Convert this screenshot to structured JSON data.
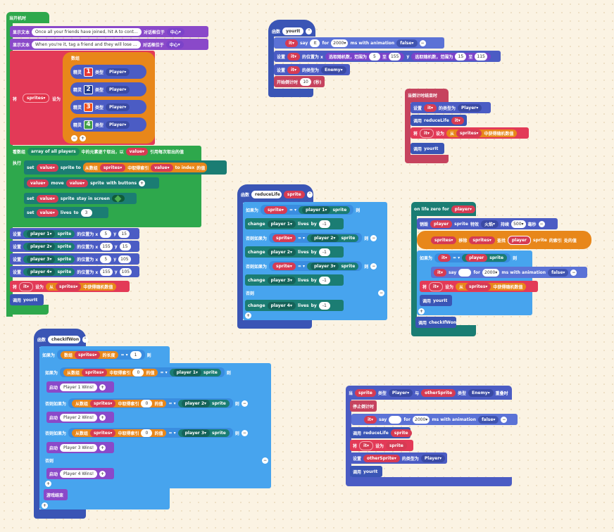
{
  "start": {
    "hat": "当开机时",
    "show1": {
      "label": "显示文本",
      "text": "Once all your friends have joined, hit A to cont…",
      "suffix": "对话框位于",
      "pos": "中心"
    },
    "show2": {
      "label": "显示文本",
      "text": "When you're it, tag a friend and they will lose …",
      "suffix": "对话框位于",
      "pos": "中心"
    },
    "set_sprites": {
      "label": "将",
      "var": "sprites",
      "to": "设为",
      "array": "数组"
    },
    "sprites": [
      {
        "label": "精灵",
        "num": "1",
        "kind_label": "类型",
        "kind": "Player",
        "color": "#e53935"
      },
      {
        "label": "精灵",
        "num": "2",
        "kind_label": "类型",
        "kind": "Player",
        "color": "#1e3a8a"
      },
      {
        "label": "精灵",
        "num": "3",
        "kind_label": "类型",
        "kind": "Player",
        "color": "#f4511e"
      },
      {
        "label": "精灵",
        "num": "4",
        "kind_label": "类型",
        "kind": "Player",
        "color": "#43a047"
      }
    ],
    "foreach": {
      "label": "看数组",
      "array": "array of all players",
      "mid": "中的元素逐个取出，以",
      "var": "value",
      "tail": "引用每次取出的值",
      "do": "执行"
    },
    "set1": {
      "a": "set",
      "var": "value",
      "b": "sprite to",
      "c": "从数组",
      "arr": "sprites",
      "d": "中取得索引",
      "idx": "value",
      "e": "to index",
      "f": "的值"
    },
    "move": {
      "var": "value",
      "a": "move",
      "var2": "value",
      "b": "sprite",
      "c": "with buttons"
    },
    "stay": {
      "a": "set",
      "var": "value",
      "b": "sprite",
      "c": "stay in screen"
    },
    "lives": {
      "a": "set",
      "var": "value",
      "b": "lives",
      "c": "to",
      "n": "3"
    },
    "positions": [
      {
        "a": "设置",
        "p": "player 1",
        "b": "sprite",
        "c": "的位置为 x",
        "x": "5",
        "y": "15"
      },
      {
        "a": "设置",
        "p": "player 2",
        "b": "sprite",
        "c": "的位置为 x",
        "x": "155",
        "y": "15"
      },
      {
        "a": "设置",
        "p": "player 3",
        "b": "sprite",
        "c": "的位置为 x",
        "x": "5",
        "y": "105"
      },
      {
        "a": "设置",
        "p": "player 4",
        "b": "sprite",
        "c": "的位置为 x",
        "x": "155",
        "y": "105"
      }
    ],
    "y_label": "y",
    "set_it": {
      "a": "将",
      "var": "it",
      "b": "设为",
      "c": "从",
      "arr": "sprites",
      "d": "中获得随机数值"
    },
    "call_yourit": {
      "a": "调用",
      "fn": "yourIt"
    }
  },
  "yourit": {
    "hdr": "函数",
    "name": "yourIt",
    "say": {
      "var": "it",
      "a": "say",
      "text": "It",
      "b": "for",
      "n": "2000",
      "c": "ms with animation",
      "anim": "false"
    },
    "pos": {
      "a": "设置",
      "var": "it",
      "b": "的位置为 x",
      "c": "选取随机数，范围为",
      "x1": "5",
      "to": "至",
      "x2": "155",
      "y": "y",
      "c2": "选取随机数，范围为",
      "y1": "15",
      "y2": "115"
    },
    "kind": {
      "a": "设置",
      "var": "it",
      "b": "的类型为",
      "kind": "Enemy"
    },
    "timer": {
      "a": "开始倒计时",
      "n": "10",
      "unit": "(秒)"
    }
  },
  "countdown": {
    "hat": "当倒计时结束时",
    "r1": {
      "a": "设置",
      "var": "it",
      "b": "的类型为",
      "kind": "Player"
    },
    "r2": {
      "a": "调用",
      "fn": "reduceLife",
      "var": "it"
    },
    "r3": {
      "a": "将",
      "var": "it",
      "b": "设为",
      "c": "从",
      "arr": "sprites",
      "d": "中获得随机数值"
    },
    "r4": {
      "a": "调用",
      "fn": "yourIt"
    }
  },
  "reducelife": {
    "hdr": "函数",
    "name": "reduceLife",
    "param": "sprite",
    "if1": {
      "a": "如果为",
      "var": "sprite",
      "eq": "=",
      "p": "player 1",
      "b": "sprite",
      "then": "则"
    },
    "ch1": {
      "a": "change",
      "p": "player 1",
      "b": "lives",
      "c": "by",
      "n": "-1"
    },
    "if2": {
      "a": "否则如果为",
      "var": "sprite",
      "eq": "=",
      "p": "player 2",
      "b": "sprite",
      "then": "则"
    },
    "ch2": {
      "a": "change",
      "p": "player 2",
      "b": "lives",
      "c": "by",
      "n": "-1"
    },
    "if3": {
      "a": "否则如果为",
      "var": "sprite",
      "eq": "=",
      "p": "player 3",
      "b": "sprite",
      "then": "则"
    },
    "ch3": {
      "a": "change",
      "p": "player 3",
      "b": "lives",
      "c": "by",
      "n": "-1"
    },
    "else": "否则",
    "ch4": {
      "a": "change",
      "p": "player 4",
      "b": "lives",
      "c": "by",
      "n": "-1"
    }
  },
  "onlife": {
    "hat": {
      "a": "on life zero for",
      "p": "player"
    },
    "destroy": {
      "a": "销毁",
      "var": "player",
      "b": "sprite",
      "c": "特效",
      "fx": "火焰",
      "d": "持续",
      "n": "500",
      "e": "毫秒"
    },
    "remove": {
      "var": "sprites",
      "a": "移除",
      "arr": "sprites",
      "b": "查找",
      "p": "player",
      "c": "sprite",
      "d": "的索引",
      "e": "处的值"
    },
    "if": {
      "a": "如果为",
      "var": "it",
      "eq": "=",
      "p": "player",
      "b": "sprite",
      "then": "则"
    },
    "say": {
      "var": "it",
      "a": "say",
      "text": "",
      "b": "for",
      "n": "2000",
      "c": "ms with animation",
      "anim": "false"
    },
    "set": {
      "a": "将",
      "var": "it",
      "b": "设为",
      "c": "从",
      "arr": "sprites",
      "d": "中获得随机数值"
    },
    "call": {
      "a": "调用",
      "fn": "yourIt"
    },
    "call2": {
      "a": "调用",
      "fn": "checkIfWon"
    }
  },
  "checkifwon": {
    "hdr": "函数",
    "name": "checkIfWon",
    "if": {
      "a": "如果为",
      "b": "数组",
      "arr": "sprites",
      "c": "的长度",
      "eq": "=",
      "n": "1",
      "then": "则"
    },
    "in1": {
      "a": "如果为",
      "b": "从数组",
      "arr": "sprites",
      "c": "中取得索引",
      "n": "0",
      "d": "的值",
      "eq": "=",
      "p": "player 1",
      "e": "sprite",
      "then": "则"
    },
    "sp1": {
      "a": "启动",
      "text": "Player 1 Wins!"
    },
    "in2": {
      "a": "否则如果为",
      "b": "从数组",
      "arr": "sprites",
      "c": "中取得索引",
      "n": "0",
      "d": "的值",
      "eq": "=",
      "p": "player 2",
      "e": "sprite",
      "then": "则"
    },
    "sp2": {
      "a": "启动",
      "text": "Player 2 Wins!"
    },
    "in3": {
      "a": "否则如果为",
      "b": "从数组",
      "arr": "sprites",
      "c": "中取得索引",
      "n": "0",
      "d": "的值",
      "eq": "=",
      "p": "player 3",
      "e": "sprite",
      "then": "则"
    },
    "sp3": {
      "a": "启动",
      "text": "Player 3 Wins!"
    },
    "else": "否则",
    "sp4": {
      "a": "启动",
      "text": "Player 4 Wins!"
    },
    "over": "游戏结束"
  },
  "overlap": {
    "hat": {
      "a": "当",
      "var": "sprite",
      "b": "类型",
      "k1": "Player",
      "c": "与",
      "var2": "otherSprite",
      "d": "类型",
      "k2": "Enemy",
      "e": "重叠时"
    },
    "stop": "停止倒计时",
    "say": {
      "var": "it",
      "a": "say",
      "text": "",
      "b": "for",
      "n": "2000",
      "c": "ms with animation",
      "anim": "false"
    },
    "call": {
      "a": "调用",
      "fn": "reduceLife",
      "var": "sprite"
    },
    "set": {
      "a": "将",
      "var": "it",
      "b": "设为",
      "var2": "sprite"
    },
    "kind": {
      "a": "设置",
      "var": "otherSprite",
      "b": "的类型为",
      "kind": "Player"
    },
    "call2": {
      "a": "调用",
      "fn": "yourIt"
    }
  },
  "colors": {
    "events": "#2ea84c",
    "functions": "#3a55b5",
    "logic": "#47a4ee",
    "variables": "#e33a57",
    "arrays": "#e8871a",
    "game": "#1b7d73",
    "text": "#8a49c9"
  }
}
